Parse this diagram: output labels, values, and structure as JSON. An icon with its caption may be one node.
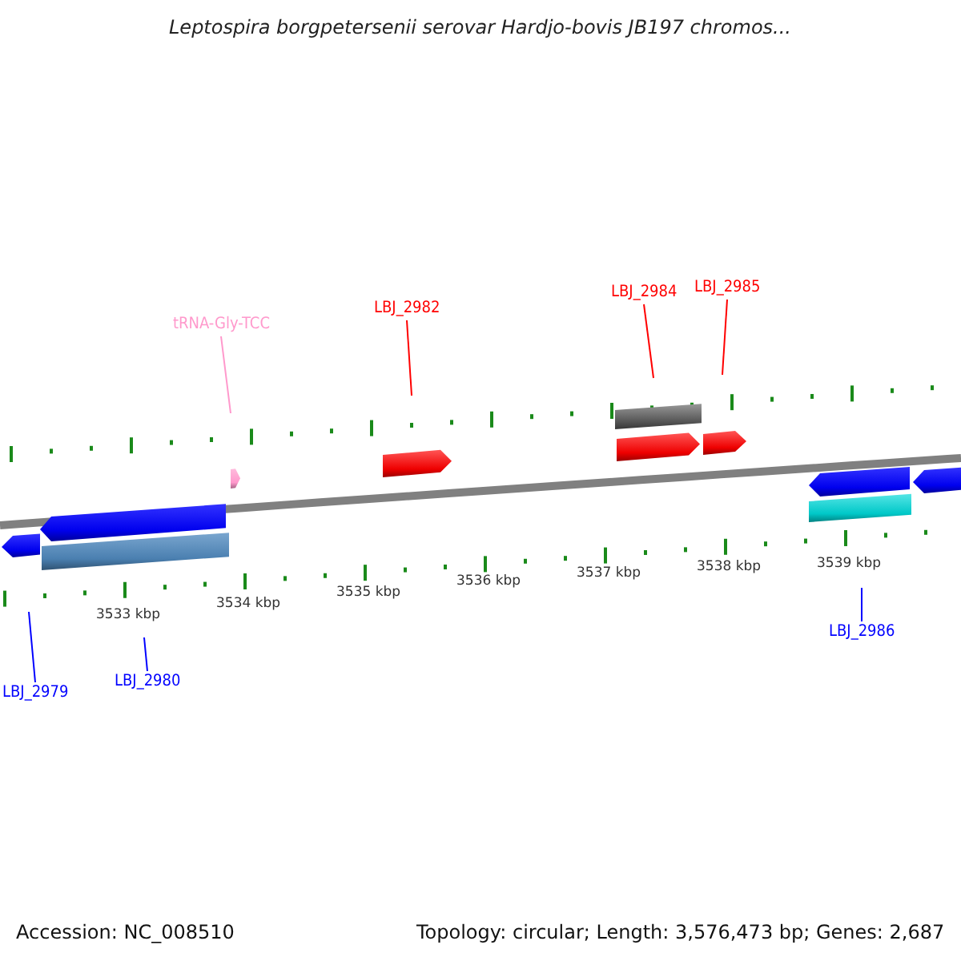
{
  "diagram": {
    "title": "Leptospira borgpetersenii serovar Hardjo-bovis JB197 chromos...",
    "nodes": [
      {
        "text": [
          "tRNA-Gly-TCC"
        ]
      },
      {
        "text": [
          "LBJ_2982"
        ]
      },
      {
        "text": [
          "LBJ_2984"
        ]
      },
      {
        "text": [
          "LBJ_2985"
        ]
      },
      {
        "text": [
          "LBJ_2979"
        ]
      },
      {
        "text": [
          "LBJ_2980"
        ]
      },
      {
        "text": [
          "LBJ_2986"
        ]
      }
    ],
    "edges": [
      {
        "from": 0,
        "to": null,
        "arrow": "none",
        "color": "#ff99cc"
      },
      {
        "from": 1,
        "to": null,
        "arrow": "none",
        "color": "#ff0000"
      },
      {
        "from": 2,
        "to": null,
        "arrow": "none",
        "color": "#ff0000"
      },
      {
        "from": 3,
        "to": null,
        "arrow": "none",
        "color": "#ff0000"
      },
      {
        "from": 4,
        "to": null,
        "arrow": "none",
        "color": "#0000ff"
      },
      {
        "from": 5,
        "to": null,
        "arrow": "none",
        "color": "#0000ff"
      },
      {
        "from": 6,
        "to": null,
        "arrow": "none",
        "color": "#0000ff"
      }
    ],
    "labels": [
      "3533 kbp",
      "3534 kbp",
      "3535 kbp",
      "3536 kbp",
      "3537 kbp",
      "3538 kbp",
      "3539 kbp",
      "Accession: NC_008510",
      "Topology: circular; Length: 3,576,473 bp; Genes: 2,687"
    ]
  }
}
